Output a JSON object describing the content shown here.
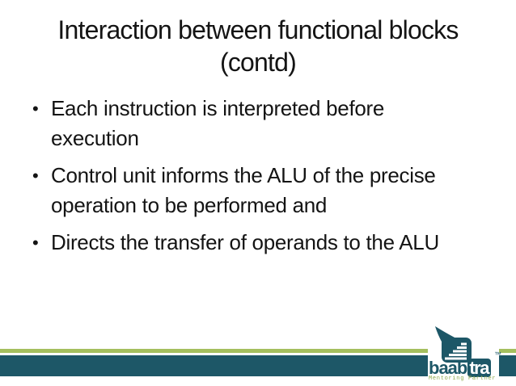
{
  "slide": {
    "title": {
      "line1": "Interaction between functional blocks",
      "line2": "(contd)"
    },
    "bullet_char": "•",
    "bullets": [
      {
        "text": "Each instruction is interpreted before\nexecution"
      },
      {
        "text": "Control unit informs the ALU of the precise\noperation to be performed and"
      },
      {
        "text": "Directs the transfer of operands to the ALU"
      }
    ]
  },
  "footer": {
    "colors": {
      "teal": "#1d5767",
      "green": "#a4bf5e",
      "tagline_green": "#8fa94d",
      "white": "#ffffff"
    },
    "logo": {
      "wordmark_prefix": "baab",
      "wordmark_suffix": "tra",
      "trademark": "™",
      "tagline": "Mentoring Partner"
    }
  }
}
